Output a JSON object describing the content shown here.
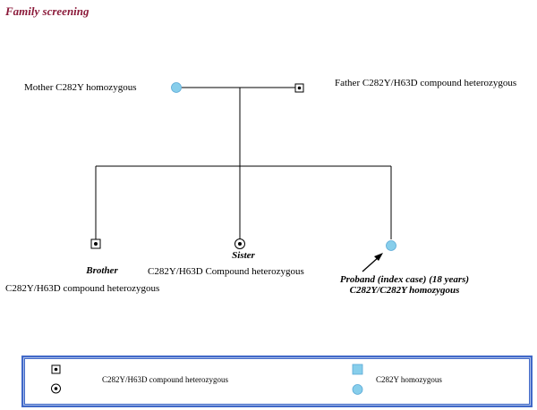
{
  "title": "Family screening",
  "colors": {
    "title": "#8b1a3a",
    "homozygous_fill": "#87ceeb",
    "legend_border": "#4169c8"
  },
  "parents": {
    "mother": {
      "label": "Mother C282Y homozygous",
      "symbol": "circle-filled-homozygous"
    },
    "father": {
      "label": "Father C282Y/H63D compound heterozygous",
      "symbol": "square-dot-compound-heterozygous"
    }
  },
  "children": {
    "brother": {
      "name": "Brother",
      "genotype": "C282Y/H63D compound heterozygous",
      "symbol": "square-dot-compound-heterozygous"
    },
    "sister": {
      "name": "Sister",
      "genotype": "C282Y/H63D Compound heterozygous",
      "symbol": "circle-dot-compound-heterozygous"
    },
    "proband": {
      "name": "Proband (index case) (18 years)",
      "genotype": "C282Y/C282Y homozygous",
      "symbol": "circle-filled-homozygous"
    }
  },
  "legend": {
    "compound": {
      "label": "C282Y/H63D compound heterozygous",
      "symbols": [
        "square-dot-icon",
        "circle-dot-icon"
      ]
    },
    "homozygous": {
      "label": "C282Y homozygous",
      "symbols": [
        "square-filled-icon",
        "circle-filled-icon"
      ]
    }
  }
}
